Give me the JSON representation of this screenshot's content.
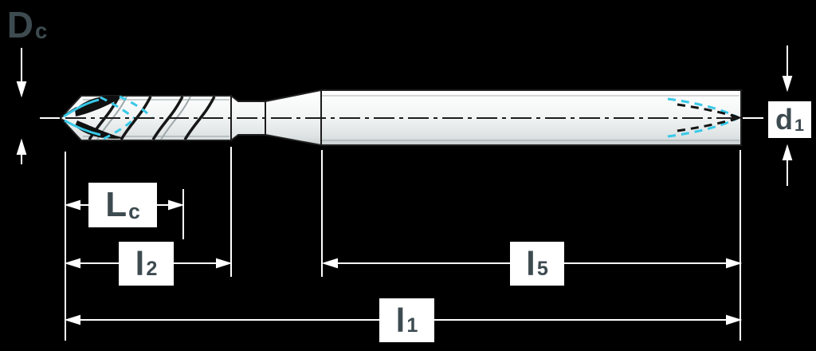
{
  "diagram": {
    "labels": {
      "Dc": {
        "main": "D",
        "sub": "c"
      },
      "d1": {
        "main": "d",
        "sub": "1"
      },
      "Lc": {
        "main": "L",
        "sub": "c"
      },
      "l2": {
        "main": "l",
        "sub": "2"
      },
      "l5": {
        "main": "l",
        "sub": "5"
      },
      "l1": {
        "main": "l",
        "sub": "1"
      }
    },
    "colors": {
      "background": "#000000",
      "accent_cyan": "#38c9e8",
      "dimension_line": "#ffffff",
      "label_text": "#3d4b50",
      "label_box": "#ffffff",
      "body_highlight": "#ffffff",
      "body_shade": "#c9cfd1",
      "drawing_ink": "#151515"
    }
  }
}
